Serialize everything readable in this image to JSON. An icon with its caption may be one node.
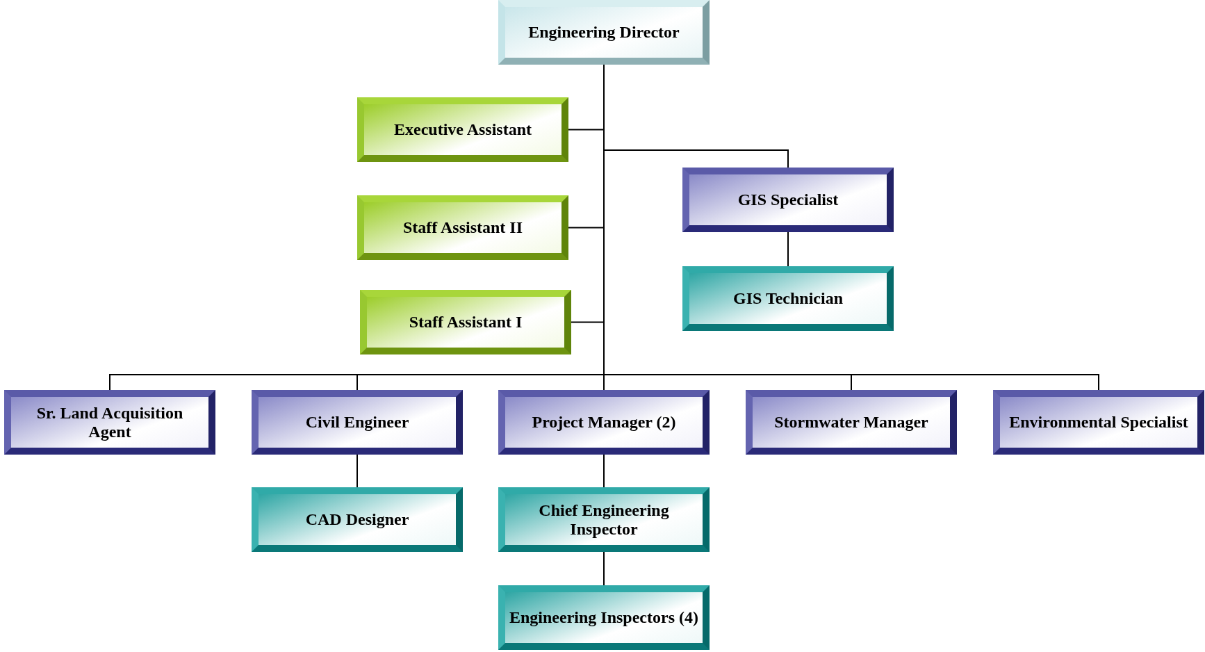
{
  "diagram": {
    "nodes": [
      {
        "text": [
          "Engineering Director"
        ]
      },
      {
        "text": [
          "Executive Assistant"
        ]
      },
      {
        "text": [
          "GIS Specialist"
        ]
      },
      {
        "text": [
          "Staff Assistant II"
        ]
      },
      {
        "text": [
          "GIS Technician"
        ]
      },
      {
        "text": [
          "Staff Assistant I"
        ]
      },
      {
        "text": [
          "Sr. Land Acquisition Agent"
        ]
      },
      {
        "text": [
          "Civil Engineer"
        ]
      },
      {
        "text": [
          "Project Manager (2)"
        ]
      },
      {
        "text": [
          "Stormwater Manager"
        ]
      },
      {
        "text": [
          "Environmental Specialist"
        ]
      },
      {
        "text": [
          "CAD Designer"
        ]
      },
      {
        "text": [
          "Chief Engineering Inspector"
        ]
      },
      {
        "text": [
          "Engineering Inspectors (4)"
        ]
      }
    ],
    "edges": [
      {
        "from": 0,
        "to": 1,
        "arrow": "none"
      },
      {
        "from": 0,
        "to": 2,
        "arrow": "none"
      },
      {
        "from": 0,
        "to": 3,
        "arrow": "none"
      },
      {
        "from": 0,
        "to": 5,
        "arrow": "none"
      },
      {
        "from": 2,
        "to": 4,
        "arrow": "none"
      },
      {
        "from": 0,
        "to": 6,
        "arrow": "none"
      },
      {
        "from": 0,
        "to": 7,
        "arrow": "none"
      },
      {
        "from": 0,
        "to": 8,
        "arrow": "none"
      },
      {
        "from": 0,
        "to": 9,
        "arrow": "none"
      },
      {
        "from": 0,
        "to": 10,
        "arrow": "none"
      },
      {
        "from": 7,
        "to": 11,
        "arrow": "none"
      },
      {
        "from": 8,
        "to": 12,
        "arrow": "none"
      },
      {
        "from": 12,
        "to": 13,
        "arrow": "none"
      }
    ]
  }
}
